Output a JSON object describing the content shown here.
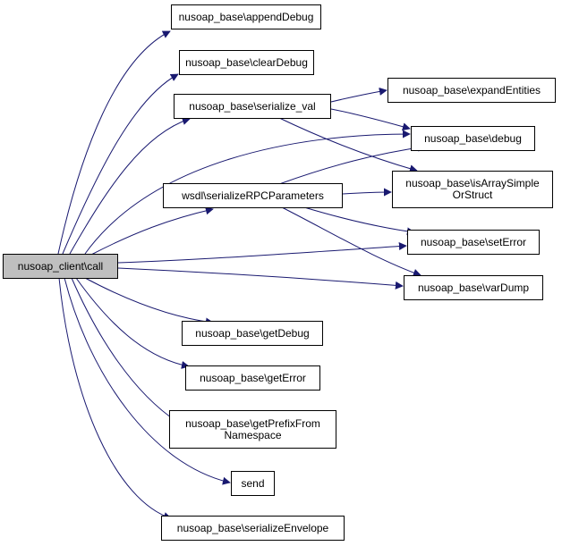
{
  "nodes": {
    "call": "nusoap_client\\call",
    "appendDebug": "nusoap_base\\appendDebug",
    "clearDebug": "nusoap_base\\clearDebug",
    "serialize_val": "nusoap_base\\serialize_val",
    "expandEntities": "nusoap_base\\expandEntities",
    "debug": "nusoap_base\\debug",
    "isArraySimpleOrStruct": "nusoap_base\\isArraySimple\nOrStruct",
    "serializeRPCParameters": "wsdl\\serializeRPCParameters",
    "setError": "nusoap_base\\setError",
    "varDump": "nusoap_base\\varDump",
    "getDebug": "nusoap_base\\getDebug",
    "getError": "nusoap_base\\getError",
    "getPrefixFromNamespace": "nusoap_base\\getPrefixFrom\nNamespace",
    "send": "send",
    "serializeEnvelope": "nusoap_base\\serializeEnvelope"
  },
  "edge_color": "#191970",
  "root_fill": "#bfbfbf"
}
